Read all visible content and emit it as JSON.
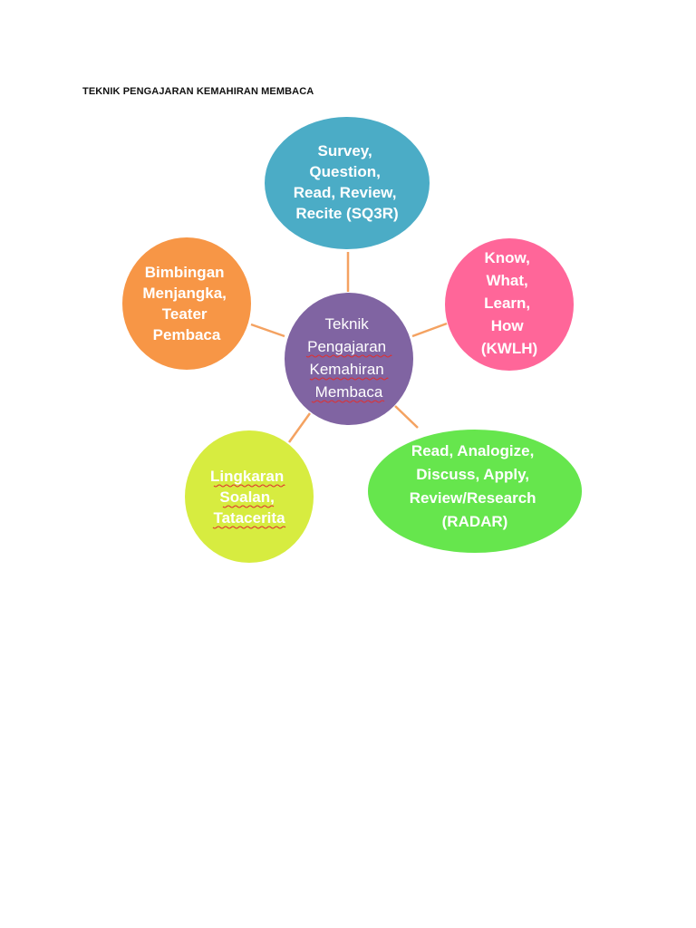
{
  "title": "TEKNIK PENGAJARAN KEMAHIRAN MEMBACA",
  "colors": {
    "connector": "#f4a261",
    "center": "#8064a2",
    "sq3r": "#4bacc6",
    "kwlh": "#ff6699",
    "radar": "#66e64d",
    "lingkaran": "#d7ec40",
    "bimbingan": "#f79646"
  },
  "center": {
    "lines": [
      "Teknik",
      "Pengajaran",
      "Kemahiran",
      "Membaca"
    ]
  },
  "nodes": {
    "sq3r": {
      "lines": [
        "Survey,",
        "Question,",
        "Read, Review,",
        "Recite (SQ3R)"
      ]
    },
    "kwlh": {
      "lines": [
        "Know,",
        "What,",
        "Learn,",
        "How",
        "(KWLH)"
      ]
    },
    "radar": {
      "lines": [
        "Read, Analogize,",
        "Discuss,  Apply,",
        "Review/Research",
        "(RADAR)"
      ]
    },
    "lingkaran": {
      "lines": [
        "Lingkaran",
        "Soalan,",
        "Tatacerita"
      ]
    },
    "bimbingan": {
      "lines": [
        "Bimbingan",
        "Menjangka,",
        "Teater",
        "Pembaca"
      ]
    }
  }
}
